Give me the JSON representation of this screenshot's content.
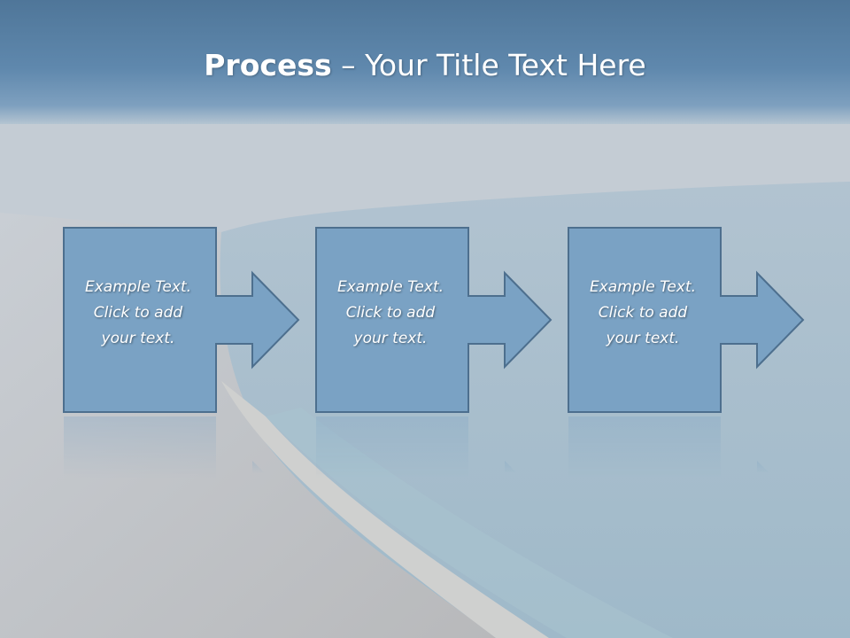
{
  "slide": {
    "title_bold": "Process",
    "title_rest": " – Your Title Text Here"
  },
  "steps": [
    {
      "text": "Example Text.\nClick  to add\nyour text."
    },
    {
      "text": "Example Text.\nClick  to add\nyour text."
    },
    {
      "text": "Example Text.\nClick  to add\nyour text."
    }
  ],
  "colors": {
    "box_fill": "#7aa2c4",
    "box_stroke": "#4d6f8e",
    "title_bar": "#5f88ad"
  }
}
